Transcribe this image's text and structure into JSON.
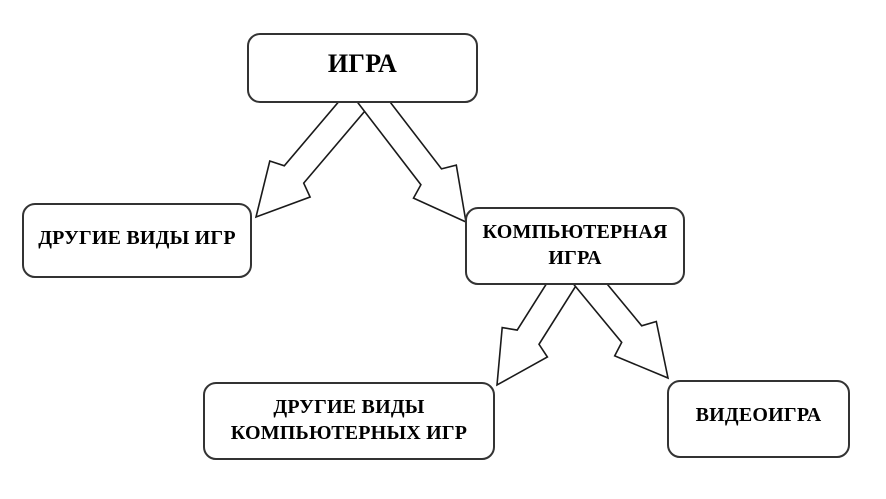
{
  "diagram": {
    "background_color": "#ffffff",
    "colors": {
      "box_border": "#333333",
      "arrow_outline": "#1a1a1a",
      "arrow_fill": "#ffffff",
      "text": "#000000"
    },
    "nodes": [
      {
        "id": "igra",
        "label": "ИГРА",
        "lines": [
          "ИГРА"
        ]
      },
      {
        "id": "other-games",
        "label": "ДРУГИЕ ВИДЫ ИГР",
        "lines": [
          "ДРУГИЕ ВИДЫ ИГР"
        ]
      },
      {
        "id": "computer-game",
        "label": "КОМПЬЮТЕРНАЯ ИГРА",
        "lines": [
          "КОМПЬЮТЕРНАЯ",
          "ИГРА"
        ]
      },
      {
        "id": "other-computer-games",
        "label": "ДРУГИЕ ВИДЫ КОМПЬЮТЕРНЫХ ИГР",
        "lines": [
          "ДРУГИЕ ВИДЫ",
          "КОМПЬЮТЕРНЫХ ИГР"
        ]
      },
      {
        "id": "videogame",
        "label": "ВИДЕОИГРА",
        "lines": [
          "ВИДЕОИГРА"
        ]
      }
    ],
    "edges": [
      {
        "from": "ИГРА",
        "to": "ДРУГИЕ ВИДЫ ИГР"
      },
      {
        "from": "ИГРА",
        "to": "КОМПЬЮТЕРНАЯ ИГРА"
      },
      {
        "from": "КОМПЬЮТЕРНАЯ ИГРА",
        "to": "ДРУГИЕ ВИДЫ КОМПЬЮТЕРНЫХ ИГР"
      },
      {
        "from": "КОМПЬЮТЕРНАЯ ИГРА",
        "to": "ВИДЕОИГРА"
      }
    ]
  }
}
